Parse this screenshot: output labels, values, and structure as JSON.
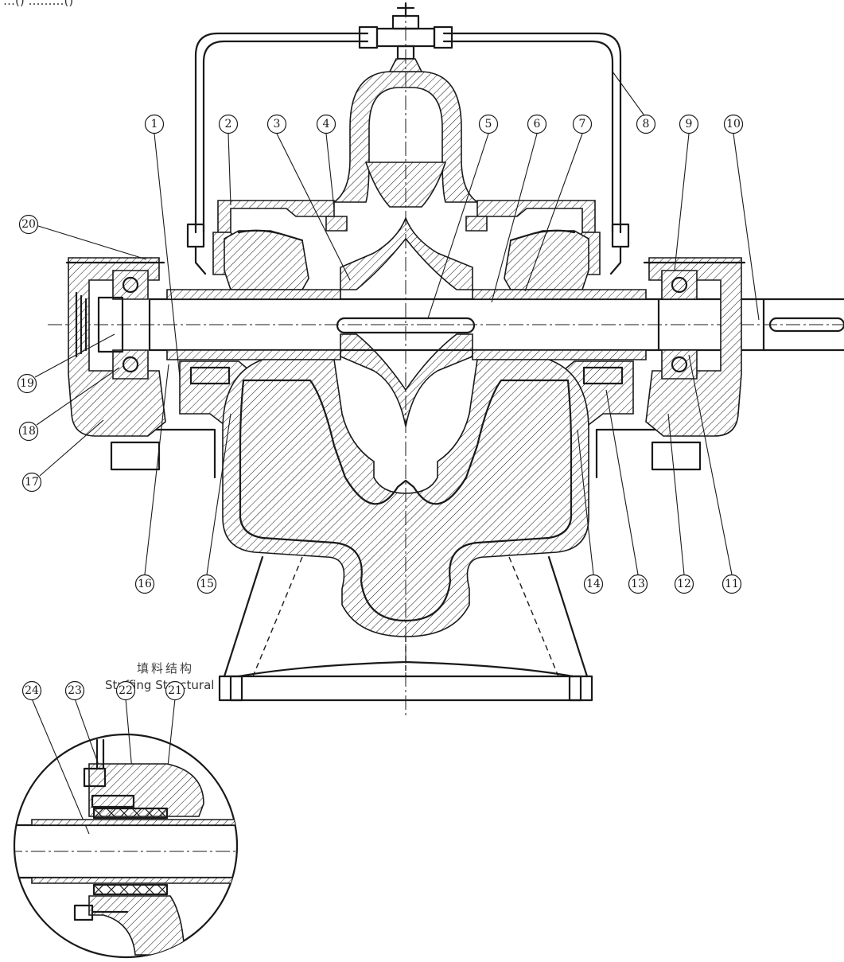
{
  "header_text": "…()  ………()",
  "part_numbers": [
    "1",
    "2",
    "3",
    "4",
    "5",
    "6",
    "7",
    "8",
    "9",
    "10",
    "11",
    "12",
    "13",
    "14",
    "15",
    "16",
    "17",
    "18",
    "19",
    "20",
    "21",
    "22",
    "23",
    "24"
  ],
  "detail": {
    "title_cn": "填料结构",
    "title_en": "Stuffing Structural"
  },
  "colors": {
    "line": "#1a1a1a",
    "background": "#ffffff"
  }
}
